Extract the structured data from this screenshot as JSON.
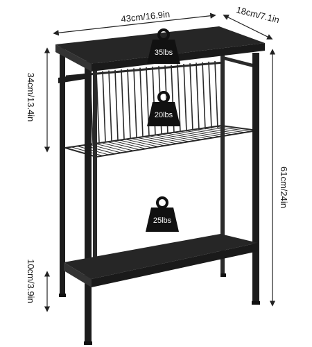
{
  "dimensions": {
    "width": "43cm/16.9in",
    "depth": "18cm/7.1in",
    "upper_height": "34cm/13.4in",
    "total_height": "61cm/24in",
    "bottom_clearance": "10cm/3.9in"
  },
  "weights": {
    "top": "35lbs",
    "middle": "20lbs",
    "bottom": "25lbs"
  },
  "colors": {
    "frame": "#1c1c1c",
    "board": "#262626",
    "board_edge": "#3a3a3a",
    "wire": "#2a2a2a",
    "dimension_line": "#222222",
    "weight_icon": "#111111"
  }
}
